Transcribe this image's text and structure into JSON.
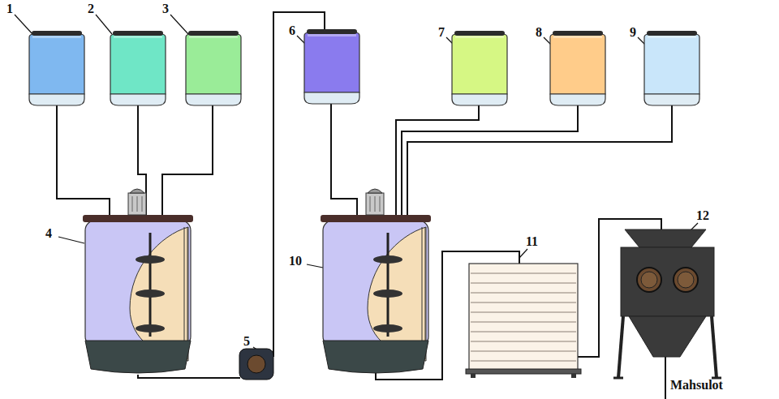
{
  "diagram": {
    "labels": [
      "1",
      "2",
      "3",
      "6",
      "7",
      "8",
      "9",
      "12",
      "4",
      "10",
      "11",
      "5",
      "Mahsulot"
    ]
  }
}
